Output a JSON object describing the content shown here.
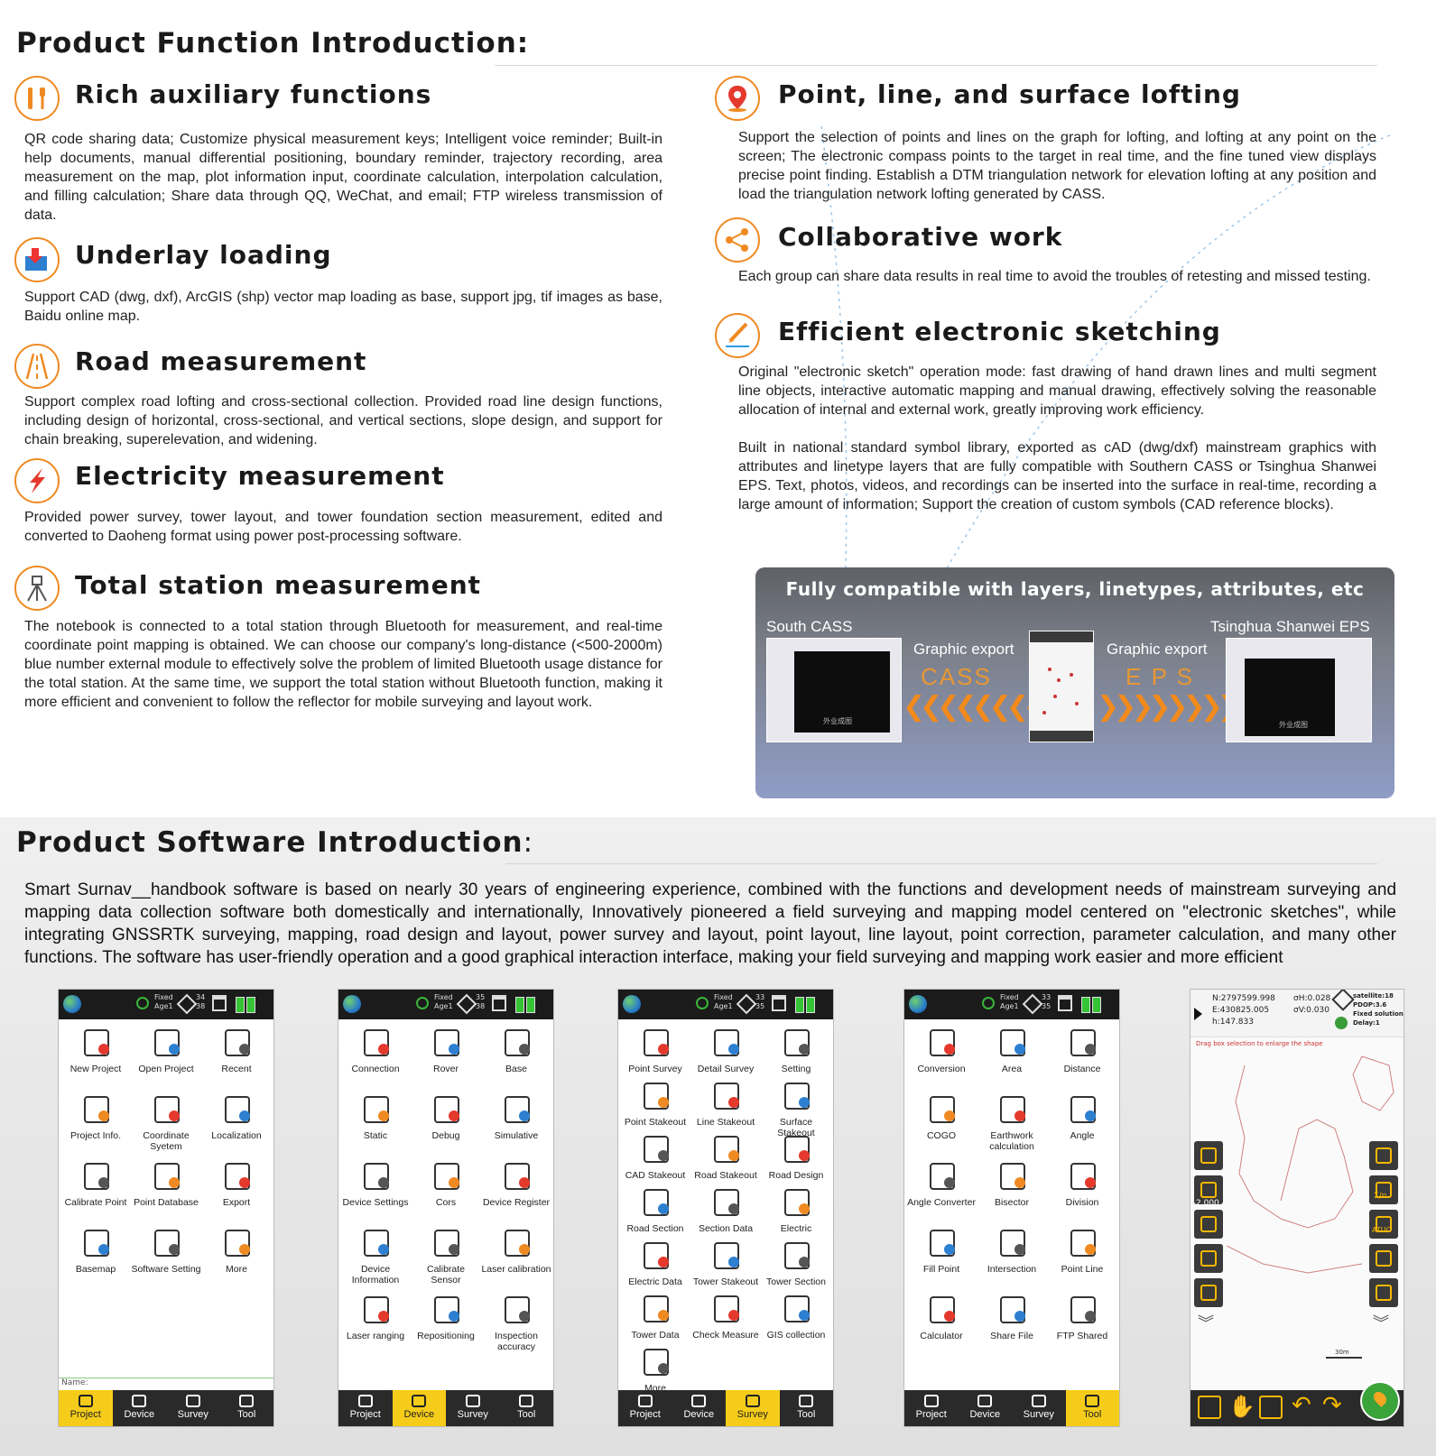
{
  "section1": {
    "heading": "Product Function Introduction:",
    "features_left": [
      {
        "icon": "tools-icon",
        "title": "Rich auxiliary functions",
        "text": "QR code sharing data; Customize physical measurement keys; Intelligent voice reminder; Built-in help documents, manual differential positioning, boundary reminder, trajectory recording, area measurement on the map, plot information input, coordinate calculation, interpolation calculation, and filling calculation; Share data through QQ, WeChat, and email; FTP wireless transmission of data."
      },
      {
        "icon": "layers-download-icon",
        "title": "Underlay loading",
        "text": "Support CAD (dwg, dxf), ArcGIS (shp) vector map loading as base, support jpg, tif images as base, Baidu online map."
      },
      {
        "icon": "road-icon",
        "title": "Road measurement",
        "text": "Support complex road lofting and cross-sectional collection. Provided road line design functions, including design of horizontal, cross-sectional, and vertical sections, slope design, and support for chain breaking, superelevation, and widening."
      },
      {
        "icon": "lightning-icon",
        "title": "Electricity measurement",
        "text": "Provided power survey, tower layout, and tower foundation section measurement, edited and converted to Daoheng format using power post-processing software."
      },
      {
        "icon": "tripod-icon",
        "title": "Total station measurement",
        "text": "The notebook is connected to a total station through Bluetooth for measurement, and real-time coordinate point mapping is obtained. We can choose our company's long-distance (<500-2000m) blue number external module to effectively solve the problem of limited Bluetooth usage distance for the total station. At the same time, we support the total station without Bluetooth function, making it more efficient and convenient to follow the reflector for mobile surveying and layout work."
      }
    ],
    "features_right": [
      {
        "icon": "location-pin-icon",
        "title": "Point, line, and surface lofting",
        "text": "Support the selection of points and lines on the graph for lofting, and lofting at any point on the screen; The electronic compass points to the target in real time, and the fine tuned view displays precise point finding. Establish a DTM triangulation network for elevation lofting at any position and load the triangulation network lofting generated by CASS."
      },
      {
        "icon": "share-network-icon",
        "title": "Collaborative work",
        "text": "Each group can share data results in real time to avoid the troubles of retesting and missed testing."
      },
      {
        "icon": "pen-sketch-icon",
        "title": "Efficient electronic sketching",
        "text": "Original \"electronic sketch\" operation mode: fast drawing of hand drawn lines and multi segment line objects, interactive automatic mapping and manual drawing, effectively solving the reasonable allocation of internal and external work, greatly improving work efficiency.",
        "text2": "Built in national standard symbol library, exported as cAD (dwg/dxf) mainstream graphics with attributes and linetype layers that are fully compatible with Southern CASS or Tsinghua Shanwei EPS. Text, photos, videos, and recordings can be inserted into the surface in real-time, recording a large amount of information; Support the creation of custom symbols (CAD reference blocks)."
      }
    ],
    "compat_panel": {
      "title": "Fully compatible with layers, linetypes, attributes, etc",
      "left_label": "South CASS",
      "right_label": "Tsinghua Shanwei EPS",
      "export_left": "Graphic export",
      "export_right": "Graphic export",
      "big_left": "CASS",
      "big_right": "E P S",
      "left_caption": "外业成图",
      "right_caption": "外业成图"
    }
  },
  "section2": {
    "heading": "Product Software Introduction",
    "heading_colon": ":",
    "brand": "Smart Surnav",
    "intro": "handbook software is based on nearly 30 years of engineering experience, combined with the functions and development needs of mainstream surveying and mapping data collection software both domestically and internationally, Innovatively pioneered a field surveying and mapping model centered on \"electronic sketches\", while integrating GNSSRTK surveying, mapping, road design and layout, power survey and layout, point layout, line layout, point correction, parameter calculation, and many other functions. The software has user-friendly operation and a good graphical interaction interface, making your field surveying and mapping work easier and more efficient"
  },
  "status": {
    "fixed": "Fixed",
    "age": "Age1"
  },
  "tabs": [
    "Project",
    "Device",
    "Survey",
    "Tool"
  ],
  "phones": [
    {
      "selected_tab": 0,
      "sats": [
        "34",
        "38"
      ],
      "name_label": "Name:",
      "items": [
        "New Project",
        "Open Project",
        "Recent",
        "Project Info.",
        "Coordinate Syetem",
        "Localization",
        "Calibrate Point",
        "Point Database",
        "Export",
        "Basemap",
        "Software Setting",
        "More"
      ]
    },
    {
      "selected_tab": 1,
      "sats": [
        "35",
        "38"
      ],
      "items": [
        "Connection",
        "Rover",
        "Base",
        "Static",
        "Debug",
        "Simulative",
        "Device Settings",
        "Cors",
        "Device Register",
        "Device Information",
        "Calibrate Sensor",
        "Laser calibration",
        "Laser ranging",
        "Repositioning",
        "Inspection accuracy"
      ]
    },
    {
      "selected_tab": 2,
      "sats": [
        "33",
        "35"
      ],
      "items": [
        "Point Survey",
        "Detail Survey",
        "Setting",
        "Point Stakeout",
        "Line Stakeout",
        "Surface Stakeout",
        "CAD Stakeout",
        "Road Stakeout",
        "Road Design",
        "Road Section",
        "Section Data",
        "Electric",
        "Electric Data",
        "Tower Stakeout",
        "Tower Section",
        "Tower Data",
        "Check Measure",
        "GIS collection",
        "More"
      ]
    },
    {
      "selected_tab": 3,
      "sats": [
        "33",
        "35"
      ],
      "items": [
        "Conversion",
        "Area",
        "Distance",
        "COGO",
        "Earthwork calculation",
        "Angle",
        "Angle Converter",
        "Bisector",
        "Division",
        "Fill Point",
        "Intersection",
        "Point Line",
        "Calculator",
        "Share File",
        "FTP Shared"
      ]
    }
  ],
  "map_phone": {
    "n": "N:2797599.998",
    "e": "E:430825.005",
    "h": "h:147.833",
    "oh": "σH:0.028",
    "ov": "σV:0.030",
    "satellite": "satellite:18",
    "pdop": "PDOP:3.6",
    "solution": "Fixed solution",
    "delay": "Delay:1",
    "hint": "Drag box selection to enlarge the shape",
    "scale": "2.000",
    "scale_bar": "30m",
    "auto": "ATUO",
    "sum": "Σ/n"
  },
  "colors": {
    "accent": "#ef8a22",
    "tab_selected": "#f5cc1a",
    "panel_top": "#5e6167",
    "panel_bottom": "#8f9cc6"
  }
}
